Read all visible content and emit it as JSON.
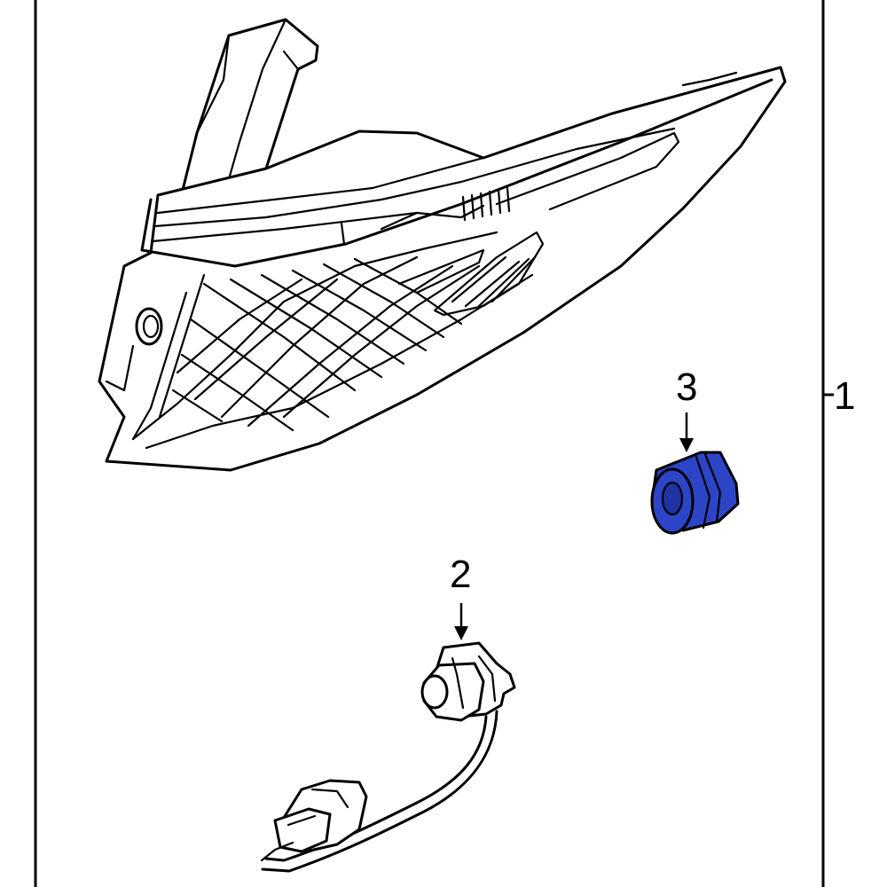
{
  "diagram": {
    "callouts": [
      {
        "id": "1",
        "label": "1"
      },
      {
        "id": "2",
        "label": "2"
      },
      {
        "id": "3",
        "label": "3"
      }
    ],
    "colors": {
      "line": "#000000",
      "background": "#ffffff",
      "highlight": "#2b45c6"
    },
    "parts": [
      {
        "callout": "1",
        "name": "tail-lamp-assembly"
      },
      {
        "callout": "2",
        "name": "socket-and-wire-harness"
      },
      {
        "callout": "3",
        "name": "grommet"
      }
    ],
    "highlighted_part": "3"
  }
}
